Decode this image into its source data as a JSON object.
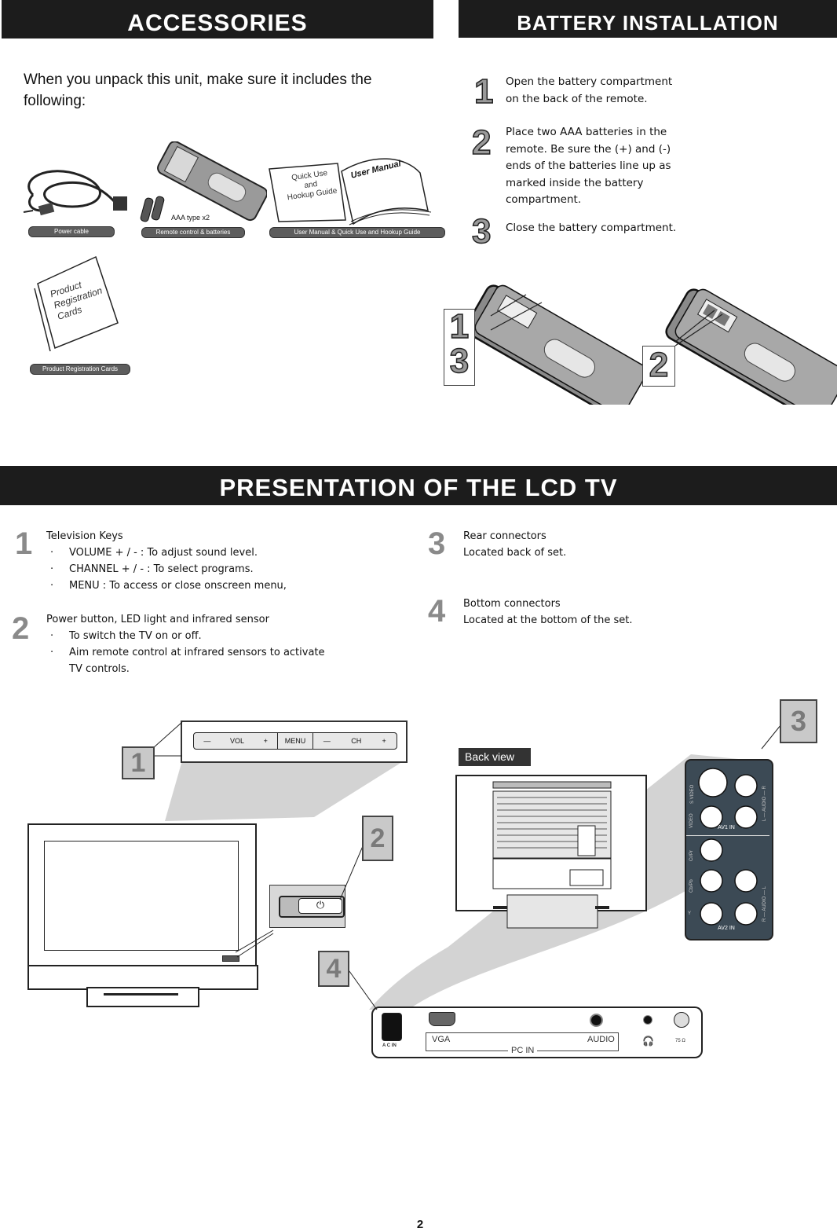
{
  "accessories": {
    "title": "Accessories",
    "intro": "When you unpack this unit, make sure it includes the following:",
    "labels": {
      "power_cable": "Power   cable",
      "remote": "Remote control & batteries",
      "manuals": "User  Manual & Quick Use and Hookup Guide",
      "registration": "Product Registration Cards"
    },
    "aaa_text": "AAA type x2",
    "quick_use_lines": [
      "Quick Use",
      "and",
      "Hookup Guide"
    ],
    "user_manual_text": "User  Manual",
    "registration_card_lines": [
      "Product",
      "Registration",
      "Cards"
    ]
  },
  "battery": {
    "title": "Battery  Installation",
    "steps": [
      {
        "num": "1",
        "text": "Open the battery compartment on the back of the remote."
      },
      {
        "num": "2",
        "text": "Place two AAA batteries in the remote. Be sure the (+) and (-) ends of the batteries line up as marked inside the battery compartment."
      },
      {
        "num": "3",
        "text": "Close the battery compartment."
      }
    ],
    "figure_nums": {
      "a": "1",
      "b": "3",
      "c": "2"
    }
  },
  "presentation": {
    "title": "Presentation  of  the  LCD TV",
    "items": [
      {
        "num": "1",
        "title": "Television Keys",
        "bullets": [
          "VOLUME + / - : To adjust sound level.",
          "CHANNEL + / - : To select programs.",
          "MENU : To access or close onscreen menu,"
        ]
      },
      {
        "num": "2",
        "title": "Power button, LED light and infrared sensor",
        "bullets": [
          "To switch the TV on or off.",
          "Aim remote control at infrared sensors to activate TV controls."
        ]
      },
      {
        "num": "3",
        "title": "Rear connectors",
        "sub": "Located back of set."
      },
      {
        "num": "4",
        "title": "Bottom connectors",
        "sub": "Located at the bottom of the set."
      }
    ],
    "key_panel": {
      "vol": "VOL",
      "menu": "MENU",
      "ch": "CH",
      "minus": "—",
      "plus": "+"
    },
    "callouts": [
      "1",
      "2",
      "3",
      "4"
    ],
    "back_view": "Back view",
    "rear_panel": {
      "av1": "AV1 IN",
      "av2": "AV2 IN",
      "svideo": "S VIDEO",
      "video": "VIDEO",
      "audio_top": "L — AUDIO — R",
      "crpr": "Cr/Pr",
      "cbpb": "Cb/Pb",
      "y": "Y",
      "audio_bottom": "R — AUDIO — L"
    },
    "bottom_panel": {
      "ac_in": "A C  IN",
      "vga": "VGA",
      "audio": "AUDIO",
      "pc_in": "PC IN",
      "ohm": "75 Ω"
    }
  },
  "page_number": "2"
}
